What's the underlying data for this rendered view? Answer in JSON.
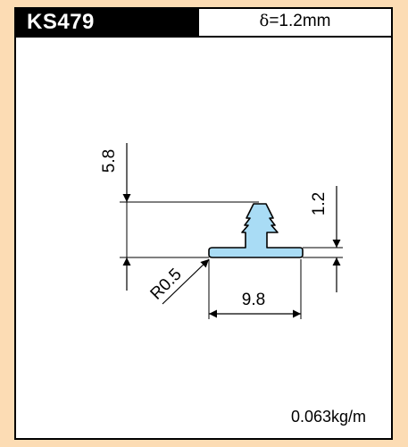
{
  "header": {
    "code": "KS479",
    "thickness_symbol": "δ",
    "thickness_value": "=1.2mm"
  },
  "dimensions": {
    "height_total": "5.8",
    "base_thickness": "1.2",
    "radius": "R0.5",
    "width": "9.8"
  },
  "weight": "0.063kg/m",
  "colors": {
    "background": "#fcdcb4",
    "profile_fill": "#a9dcf5",
    "line": "#000000"
  }
}
